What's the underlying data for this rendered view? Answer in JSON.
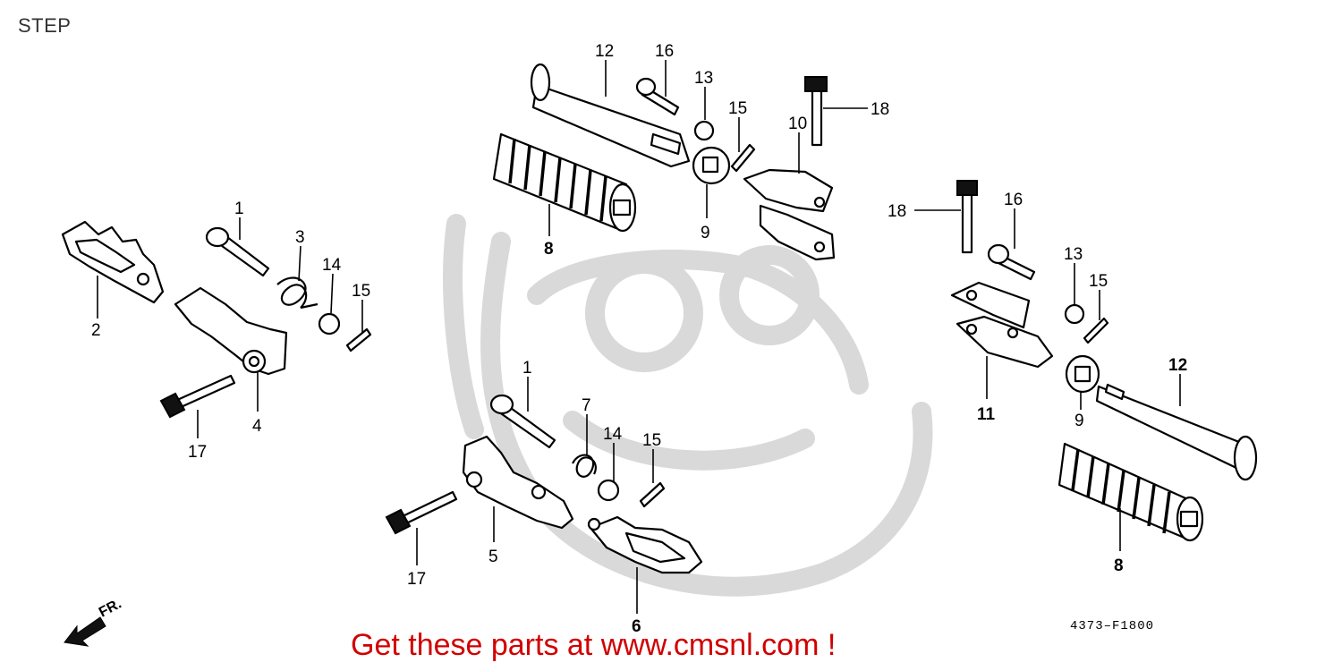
{
  "title": "STEP",
  "reference_code": "4373–F1800",
  "promo_text": "Get these parts at www.cmsnl.com !",
  "direction_marker": "FR.",
  "callouts": [
    "1",
    "2",
    "3",
    "14",
    "15",
    "17",
    "4",
    "12",
    "16",
    "13",
    "15",
    "18",
    "10",
    "8",
    "9",
    "18",
    "16",
    "13",
    "15",
    "11",
    "9",
    "12",
    "8",
    "1",
    "7",
    "14",
    "15",
    "17",
    "5",
    "6"
  ],
  "colors": {
    "promo": "#d10000",
    "watermark": "#d9d9d9",
    "line": "#000000"
  }
}
